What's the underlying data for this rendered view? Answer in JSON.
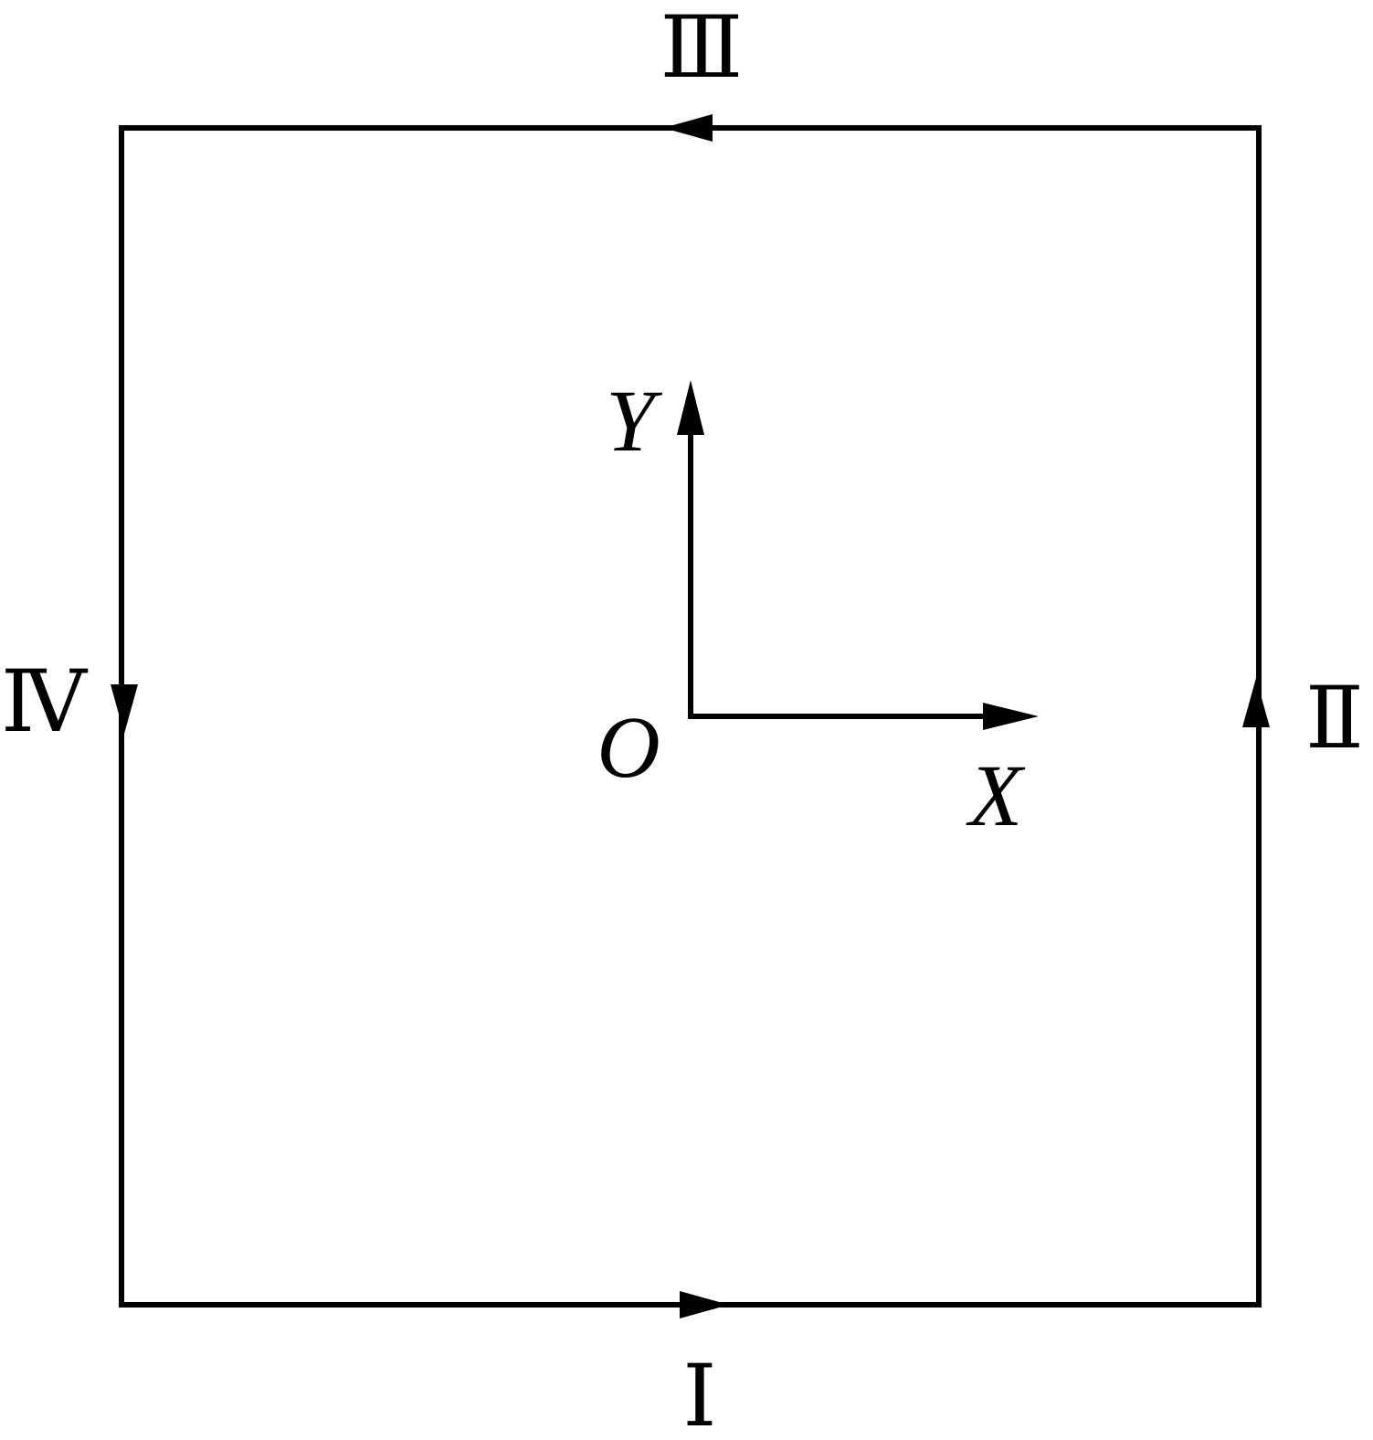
{
  "diagram": {
    "segment_labels": {
      "bottom": "Ⅰ",
      "right": "Ⅱ",
      "top": "Ⅲ",
      "left": "Ⅳ"
    },
    "axes": {
      "origin_label": "O",
      "x_label": "X",
      "y_label": "Y"
    },
    "circulation": "counterclockwise",
    "stroke_color": "#000000",
    "background_color": "#ffffff"
  }
}
